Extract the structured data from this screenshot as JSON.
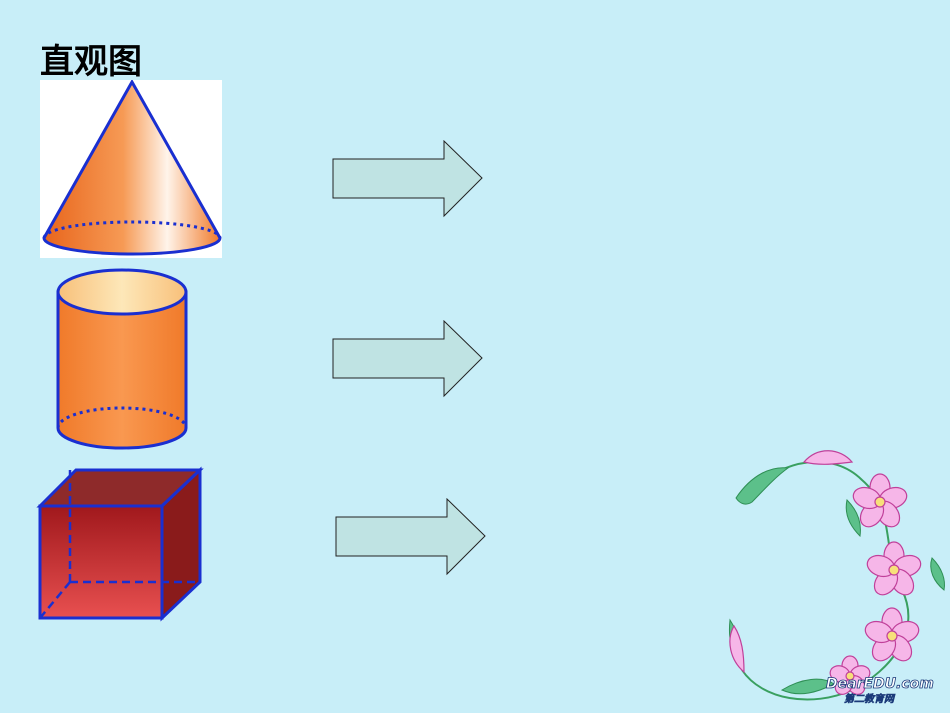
{
  "slide": {
    "title": "直观图",
    "background_color": "#c8eef8"
  },
  "shapes": [
    {
      "name": "cone",
      "fill": "#f07a2a",
      "outline": "#1a2fd0"
    },
    {
      "name": "cylinder",
      "fill": "#f58a3a",
      "outline": "#1a2fd0"
    },
    {
      "name": "cube",
      "fill": "#c0282c",
      "outline": "#1a2fd0"
    }
  ],
  "arrows": [
    {
      "name": "arrow-1",
      "fill": "#bfe3e3"
    },
    {
      "name": "arrow-2",
      "fill": "#bfe3e3"
    },
    {
      "name": "arrow-3",
      "fill": "#bfe3e3"
    }
  ],
  "decoration": {
    "icon": "floral-wreath-icon",
    "logo_text": "DearEDU.com",
    "logo_subtext": "第二教育网"
  }
}
